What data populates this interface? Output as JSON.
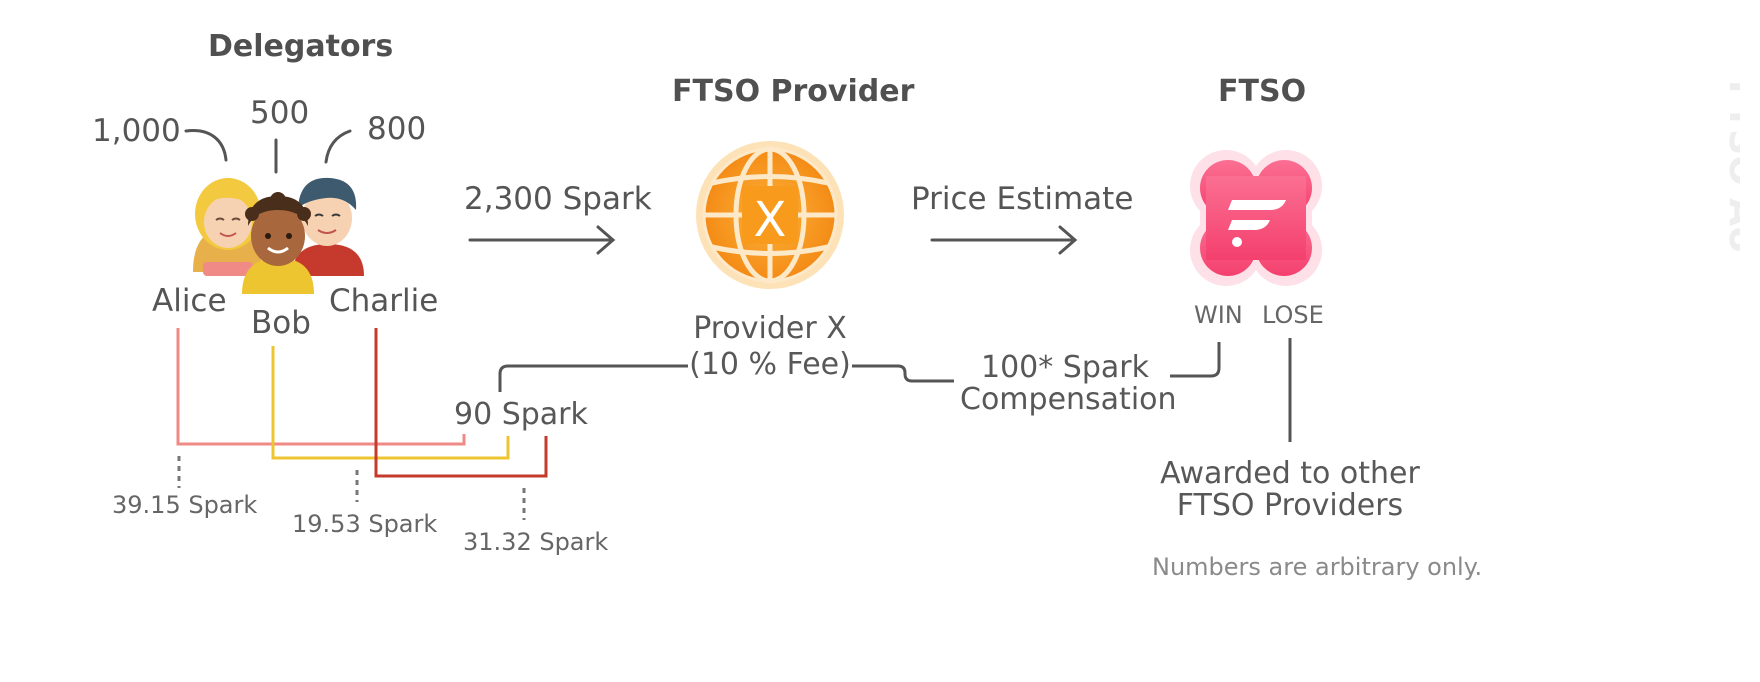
{
  "headings": {
    "delegators": "Delegators",
    "provider": "FTSO Provider",
    "ftso": "FTSO"
  },
  "delegators": [
    {
      "name": "Alice",
      "amount": "1,000",
      "reward": "39.15 Spark",
      "color": "#f08a86"
    },
    {
      "name": "Bob",
      "amount": "500",
      "reward": "19.53 Spark",
      "color": "#ecc531"
    },
    {
      "name": "Charlie",
      "amount": "800",
      "reward": "31.32 Spark",
      "color": "#c53a2c"
    }
  ],
  "flow": {
    "delegation_label": "2,300 Spark",
    "price_label": "Price Estimate",
    "provider_name": "Provider X",
    "provider_fee": "(10 % Fee)",
    "delegator_share": "90 Spark",
    "compensation_line1": "100* Spark",
    "compensation_line2": "Compensation"
  },
  "ftso": {
    "win": "WIN",
    "lose": "LOSE",
    "awarded_line1": "Awarded to other",
    "awarded_line2": "FTSO Providers"
  },
  "footnote": "Numbers are arbitrary only.",
  "watermark": "FTSO AU",
  "icons": {
    "provider": "globe-x-icon",
    "ftso": "flare-logo-icon",
    "delegators": "people-group-icon"
  },
  "colors": {
    "provider_orange": "#f89a1c",
    "ftso_pink": "#f6567f",
    "line_gray": "#5c5c5c"
  }
}
